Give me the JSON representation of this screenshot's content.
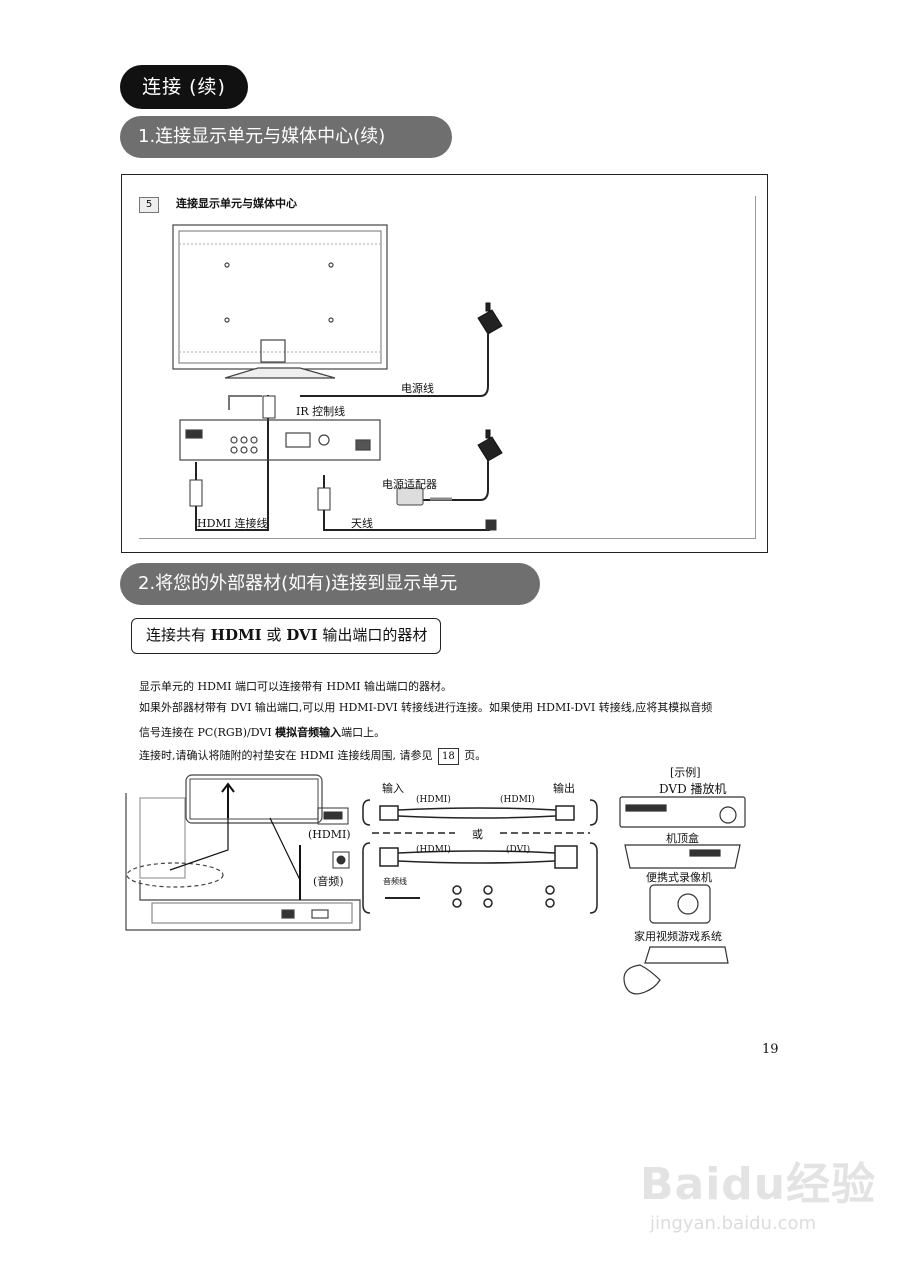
{
  "headers": {
    "section": "连接 (续)",
    "sub1": "1.连接显示单元与媒体中心(续)",
    "sub2": "2.将您的外部器材(如有)连接到显示单元"
  },
  "figure1": {
    "step_number": "5",
    "step_title": "连接显示单元与媒体中心",
    "labels": {
      "power_cord": "电源线",
      "ir_cable": "IR 控制线",
      "power_adapter": "电源适配器",
      "hdmi_cable": "HDMI 连接线",
      "antenna": "天线"
    }
  },
  "hdmi_section": {
    "box_prefix": "连接共有",
    "box_hdmi": "HDMI",
    "box_or": "或",
    "box_dvi": "DVI",
    "box_suffix": "输出端口的器材",
    "p1": "显示单元的 HDMI 端口可以连接带有 HDMI 输出端口的器材。",
    "p2": "如果外部器材带有 DVI 输出端口,可以用 HDMI-DVI 转接线进行连接。如果使用 HDMI-DVI 转接线,应将其模拟音频",
    "p3_pre": "信号连接在 PC(RGB)/DVI",
    "p3_bold": "模拟音频输入",
    "p3_post": "端口上。",
    "p4_pre": "连接时,请确认将随附的衬垫安在 HDMI 连接线周围, 请参见",
    "p4_ref": "18",
    "p4_post": "页。"
  },
  "figure2": {
    "hdmi_port": "(HDMI)",
    "audio_port": "(音频)",
    "input": "输入",
    "output": "输出",
    "cable1_left": "(HDMI)",
    "cable1_right": "(HDMI)",
    "or": "或",
    "cable2_left": "(HDMI)",
    "cable2_right": "(DVI)",
    "audio_cable": "音频线",
    "example": "[示例]",
    "devices": [
      "DVD 播放机",
      "机顶盒",
      "便携式录像机",
      "家用视频游戏系统"
    ]
  },
  "page_number": "19",
  "watermark": {
    "brand": "Baidu经验",
    "url": "jingyan.baidu.com"
  }
}
